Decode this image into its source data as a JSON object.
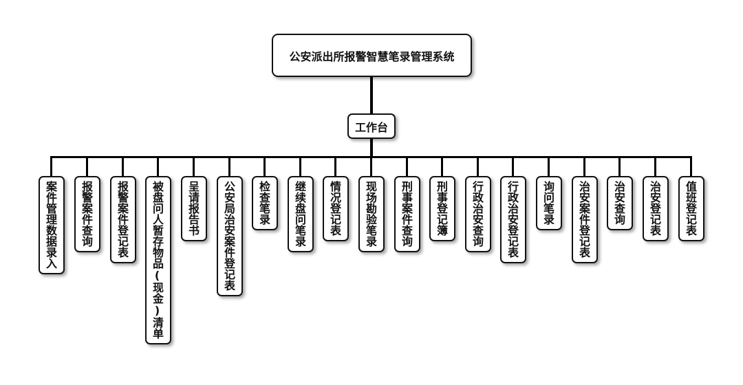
{
  "root": {
    "label": "公安派出所报警智慧笔录管理系统"
  },
  "hub": {
    "label": "工作台"
  },
  "leaves": [
    "案件管理数据录入",
    "报警案件查询",
    "报警案件登记表",
    "被盘问人暂存物品(现金)清单",
    "呈请报告书",
    "公安局治安案件登记表",
    "检查笔录",
    "继续盘问笔录",
    "情况登记表",
    "现场勘验笔录",
    "刑事案件查询",
    "刑事登记簿",
    "行政治安查询",
    "行政治安登记表",
    "询问笔录",
    "治安案件登记表",
    "治安查询",
    "治安登记表",
    "值班登记表"
  ]
}
